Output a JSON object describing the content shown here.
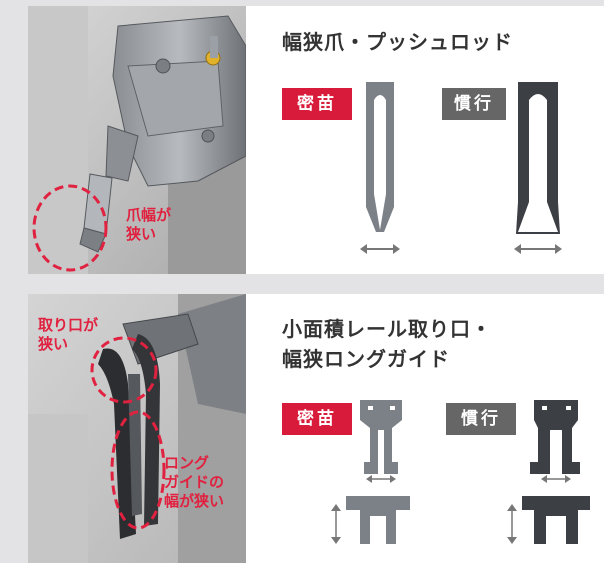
{
  "colors": {
    "background": "#e3e3e5",
    "panel": "#ffffff",
    "title_text": "#333333",
    "badge_new": "#d81b3a",
    "badge_old": "#666666",
    "callout_red": "#e0213f",
    "part_new": "#7b8187",
    "part_old": "#3c3f44",
    "arrow": "#777777"
  },
  "section1": {
    "title": "幅狭爪・プッシュロッド",
    "badge_new": "密苗",
    "badge_old": "慣行",
    "callout": [
      "爪幅が",
      "狭い"
    ]
  },
  "section2": {
    "title_lines": [
      "小面積レール取り口・",
      "幅狭ロングガイド"
    ],
    "badge_new": "密苗",
    "badge_old": "慣行",
    "callout_top": [
      "取り口が",
      "狭い"
    ],
    "callout_bottom": [
      "ロング",
      "ガイドの",
      "幅が狭い"
    ]
  },
  "icons": {
    "arrow": "double-arrow-icon"
  }
}
